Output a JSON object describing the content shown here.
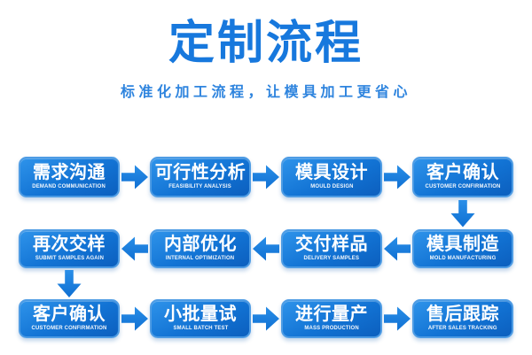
{
  "header": {
    "title": "定制流程",
    "subtitle": "标准化加工流程，让模具加工更省心"
  },
  "colors": {
    "title_blue": "#1778dd",
    "subtitle_blue": "#2e84de",
    "box_gradient_top": "#2e93ea",
    "box_gradient_bottom": "#0c5fbe",
    "box_border": "#4e9ce4",
    "arrow_blue": "#1583e3",
    "step_text": "#ffffff"
  },
  "flow": {
    "rows": [
      {
        "direction": "right",
        "steps": [
          {
            "zh": "需求沟通",
            "en": "DEMAND COMMUNICATION"
          },
          {
            "zh": "可行性分析",
            "en": "FEASIBILITY ANALYSIS"
          },
          {
            "zh": "模具设计",
            "en": "MOULD DESIGN"
          },
          {
            "zh": "客户确认",
            "en": "CUSTOMER CONFIRMATION"
          }
        ]
      },
      {
        "direction": "left",
        "steps": [
          {
            "zh": "再次交样",
            "en": "SUBMIT SAMPLES AGAIN"
          },
          {
            "zh": "内部优化",
            "en": "INTERNAL OPTIMIZATION"
          },
          {
            "zh": "交付样品",
            "en": "DELIVERY SAMPLES"
          },
          {
            "zh": "模具制造",
            "en": "MOLD MANUFACTURING"
          }
        ]
      },
      {
        "direction": "right",
        "steps": [
          {
            "zh": "客户确认",
            "en": "CUSTOMER CONFIRMATION"
          },
          {
            "zh": "小批量试",
            "en": "SMALL BATCH TEST"
          },
          {
            "zh": "进行量产",
            "en": "MASS PRODUCTION"
          },
          {
            "zh": "售后跟踪",
            "en": "AFTER SALES TRACKING"
          }
        ]
      }
    ],
    "connectors": [
      {
        "from": "customer-confirmation-row1",
        "to": "mold-manufacturing-row2",
        "side": "right",
        "direction": "down"
      },
      {
        "from": "submit-samples-again-row2",
        "to": "customer-confirmation-row3",
        "side": "left",
        "direction": "down"
      }
    ]
  }
}
